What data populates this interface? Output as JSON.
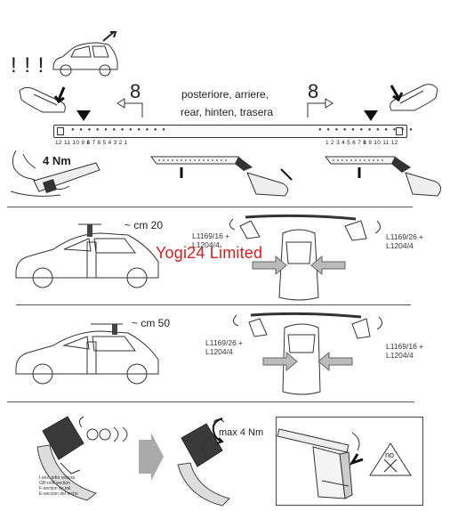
{
  "header": {
    "exclamations": "! ! !",
    "arrow_left_number": "8",
    "arrow_right_number": "8",
    "position_line1": "posteriore, arriere,",
    "position_line2": "rear, hinten, trasera"
  },
  "bar": {
    "left_scale": [
      "12",
      "11",
      "10",
      "9",
      "8",
      "7",
      "6",
      "5",
      "4",
      "3",
      "2",
      "1"
    ],
    "right_scale": [
      "1",
      "2",
      "3",
      "4",
      "5",
      "6",
      "7",
      "8",
      "9",
      "10",
      "11",
      "12"
    ],
    "highlight": "8"
  },
  "torque": {
    "step1": "4 Nm",
    "step3": "max 4 Nm"
  },
  "car_front": {
    "distance": "~ cm 20",
    "code_left_line1": "L1169/16 +",
    "code_left_line2": "L1204/4",
    "code_right_line1": "L1169/26 +",
    "code_right_line2": "L1204/4"
  },
  "car_rear": {
    "distance": "~ cm 50",
    "code_left_line1": "L1169/26 +",
    "code_left_line2": "L1204/4",
    "code_right_line1": "L1169/16 +",
    "code_right_line2": "L1204/4"
  },
  "bottom": {
    "section_label_line1": "I-sez. tetto vettura",
    "section_label_line2": "GB-roof section",
    "section_label_line3": "F-section du toit",
    "section_label_line4": "E-seccion del techo",
    "no_label": "no"
  },
  "watermark": "Yogi24 Limited",
  "colors": {
    "watermark": "#d62020",
    "line": "#555555",
    "dark_part": "#3a3a3a"
  }
}
